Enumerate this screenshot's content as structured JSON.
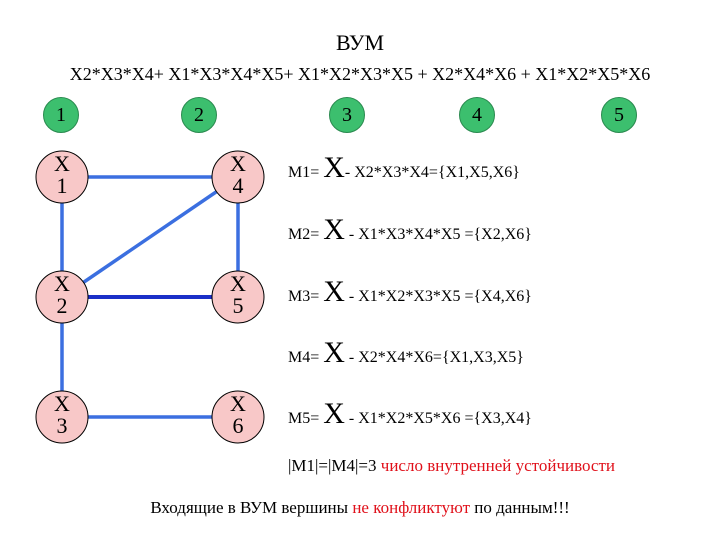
{
  "title": "ВУМ",
  "formula": "X2*X3*X4+ X1*X3*X4*X5+ X1*X2*X3*X5 + X2*X4*X6 + X1*X2*X5*X6",
  "term_numbers": [
    "1",
    "2",
    "3",
    "4",
    "5"
  ],
  "colors": {
    "number_circle": "#3cbf6e",
    "vertex_fill": "#f8c8c8",
    "edge": "#3b6fe0",
    "edge_dark": "#1a2fc8",
    "highlight_text": "#e0101a"
  },
  "graph": {
    "vertices": [
      {
        "id": "x1",
        "letter": "X",
        "index": "1"
      },
      {
        "id": "x4",
        "letter": "X",
        "index": "4"
      },
      {
        "id": "x2",
        "letter": "X",
        "index": "2"
      },
      {
        "id": "x5",
        "letter": "X",
        "index": "5"
      },
      {
        "id": "x3",
        "letter": "X",
        "index": "3"
      },
      {
        "id": "x6",
        "letter": "X",
        "index": "6"
      }
    ],
    "edges": [
      [
        "x1",
        "x4"
      ],
      [
        "x1",
        "x2"
      ],
      [
        "x2",
        "x4"
      ],
      [
        "x4",
        "x5"
      ],
      [
        "x2",
        "x5"
      ],
      [
        "x2",
        "x3"
      ],
      [
        "x3",
        "x6"
      ]
    ]
  },
  "sets": [
    {
      "prefix": "M1= ",
      "big": "X",
      "rest": "- X2*X3*X4={X1,X5,X6}"
    },
    {
      "prefix": "M2= ",
      "big": "X",
      "rest": " - X1*X3*X4*X5 ={X2,X6}"
    },
    {
      "prefix": "M3= ",
      "big": "X",
      "rest": " - X1*X2*X3*X5 ={X4,X6}"
    },
    {
      "prefix": "M4= ",
      "big": "X",
      "rest": " - X2*X4*X6={X1,X3,X5}"
    },
    {
      "prefix": "M5= ",
      "big": "X",
      "rest": " - X1*X2*X5*X6 ={X3,X4}"
    }
  ],
  "stability": {
    "prefix": "|M1|=|M4|=3 ",
    "highlight": "число внутренней устойчивости"
  },
  "conclusion": {
    "part1": "Входящие в ВУМ вершины ",
    "highlight": "не конфликтуют",
    "part2": " по данным!!!"
  }
}
